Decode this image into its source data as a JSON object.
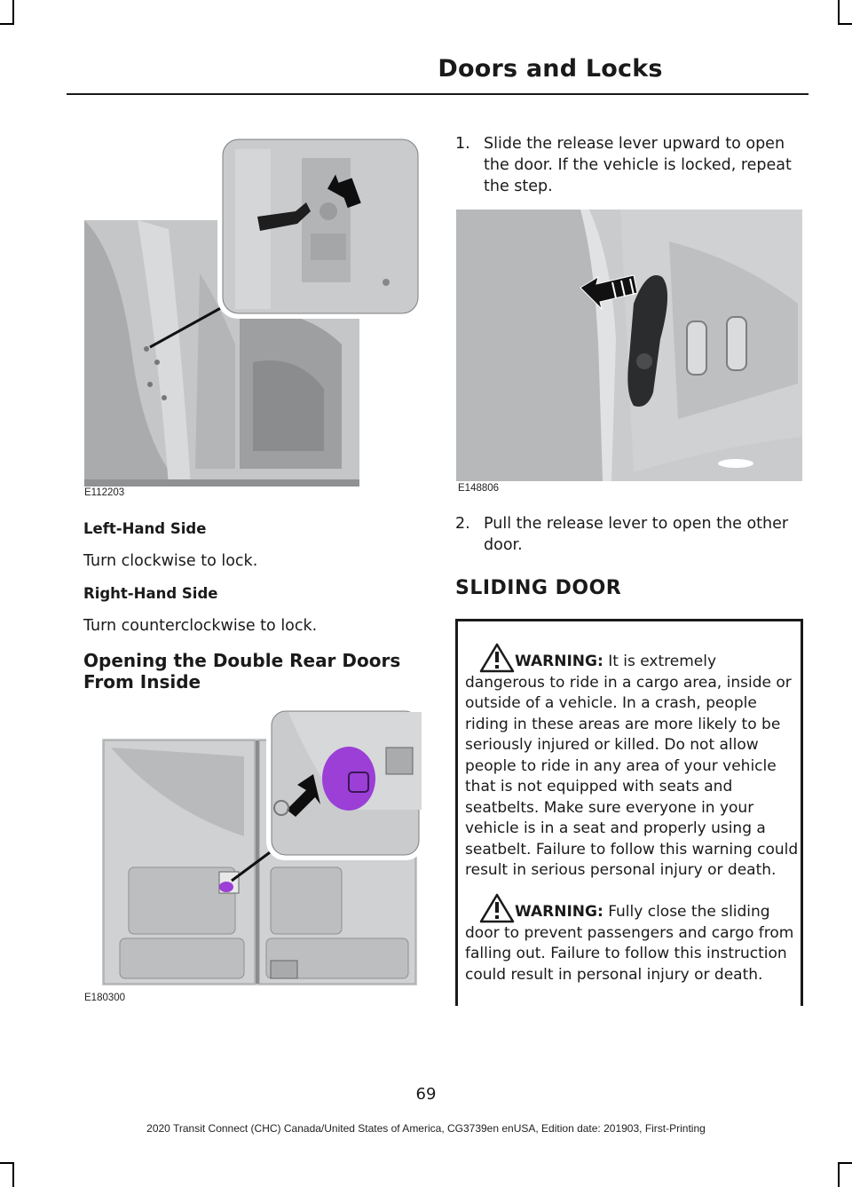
{
  "header": {
    "title": "Doors and Locks"
  },
  "figures": {
    "fig1": {
      "code": "E112203"
    },
    "fig2": {
      "code": "E180300"
    },
    "fig3": {
      "code": "E148806"
    }
  },
  "left": {
    "lhs_heading": "Left-Hand Side",
    "lhs_text": "Turn clockwise to lock.",
    "rhs_heading": "Right-Hand Side",
    "rhs_text": "Turn counterclockwise to lock.",
    "section_heading": "Opening the Double Rear Doors From Inside"
  },
  "right": {
    "step1_num": "1.",
    "step1_text": "Slide the release lever upward to open the door. If the vehicle is locked, repeat the step.",
    "step2_num": "2.",
    "step2_text": "Pull the release lever to open the other door.",
    "sliding_heading": "SLIDING DOOR",
    "warning1_label": "WARNING:",
    "warning1_text": "It is extremely dangerous to ride in a cargo area, inside or outside of a vehicle. In a crash, people riding in these areas are more likely to be seriously injured or killed. Do not allow people to ride in any area of your vehicle that is not equipped with seats and seatbelts. Make sure everyone in your vehicle is in a seat and properly using a seatbelt. Failure to follow this warning could result in serious personal injury or death.",
    "warning2_label": "WARNING:",
    "warning2_text": "Fully close the sliding door to prevent passengers and cargo from falling out. Failure to follow this instruction could result in personal injury or death."
  },
  "footer": {
    "page_number": "69",
    "edition": "2020 Transit Connect (CHC) Canada/United States of America, CG3739en enUSA, Edition date: 201903, First-Printing"
  },
  "colors": {
    "lever_highlight": "#9b3fd6",
    "figure_gray": "#c9cbcd"
  }
}
